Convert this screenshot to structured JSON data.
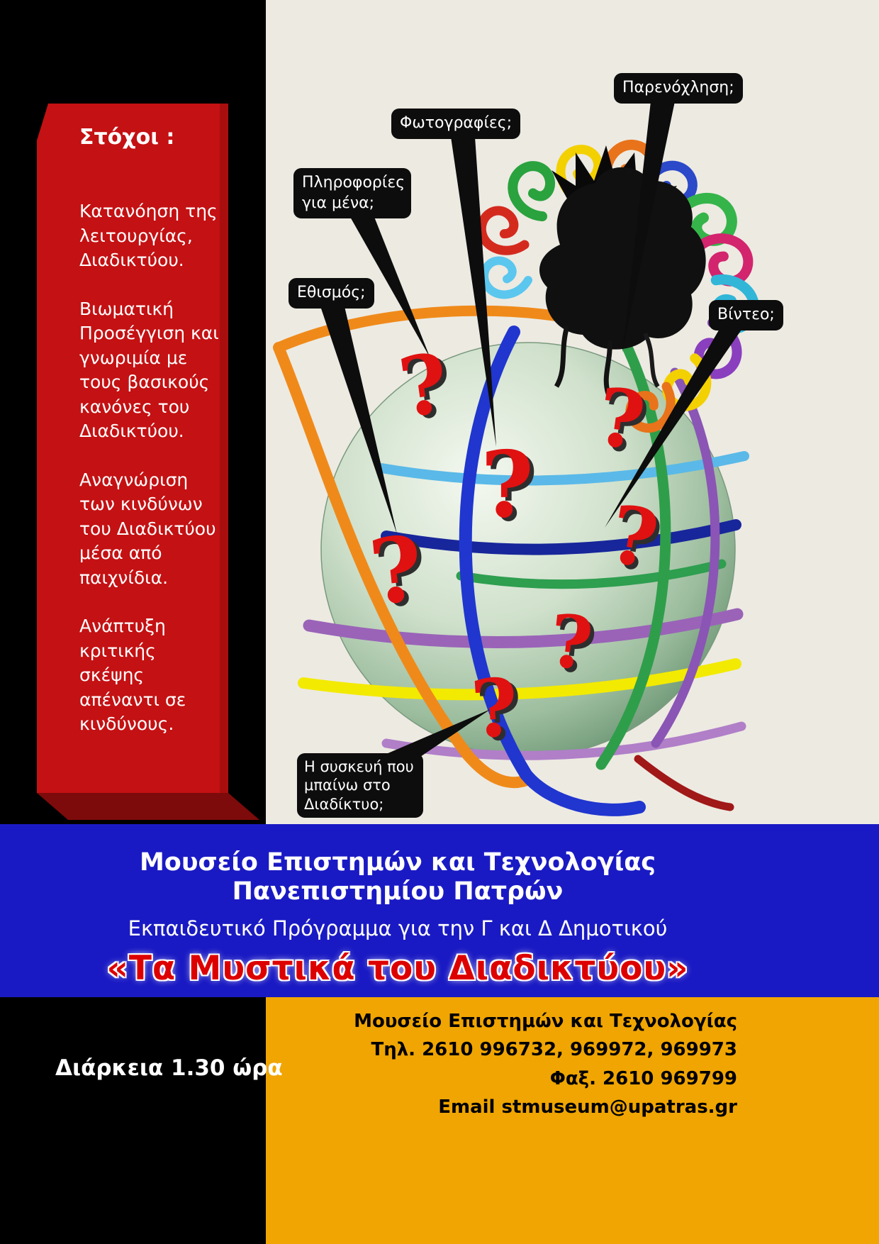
{
  "goals_panel": {
    "title": "Στόχοι :",
    "items": [
      "Κατανόηση της λειτουργίας, Διαδικτύου.",
      "Βιωματική Προσέγγιση και γνωριμία με τους βασικούς κανόνες του Διαδικτύου.",
      "Αναγνώριση των  κινδύνων του Διαδικτύου μέσα από παιχνίδια.",
      "Ανάπτυξη κριτικής σκέψης απέναντι σε κινδύνους."
    ]
  },
  "callouts": [
    {
      "label": "Παρενόχληση;"
    },
    {
      "label": "Φωτογραφίες;"
    },
    {
      "label": "Πληροφορίες για μένα;"
    },
    {
      "label": "Εθισμός;"
    },
    {
      "label": "Βίντεο;"
    },
    {
      "label": "Η συσκευή που μπαίνω  στο Διαδίκτυο;"
    }
  ],
  "globe": {
    "question_mark": "?"
  },
  "banner": {
    "line1": "Μουσείο  Επιστημών και Τεχνολογίας",
    "line2": "Πανεπιστημίου Πατρών",
    "subtitle": "Εκπαιδευτικό Πρόγραμμα για την Γ και Δ Δημοτικού",
    "program_title": "«Τα Μυστικά του Διαδικτύου»"
  },
  "footer": {
    "duration": "Διάρκεια  1.30 ώρα",
    "contact_lines": [
      "Μουσείο Επιστημών και Τεχνολογίας",
      "Τηλ. 2610 996732, 969972, 969973",
      "Φαξ. 2610 969799",
      "Email stmuseum@upatras.gr"
    ]
  },
  "colors": {
    "ribbon_red": "#c41113",
    "banner_blue": "#1a1ac4",
    "footer_yellow": "#f0a502",
    "question_red": "#e01111",
    "background_beige": "#edeae2"
  }
}
